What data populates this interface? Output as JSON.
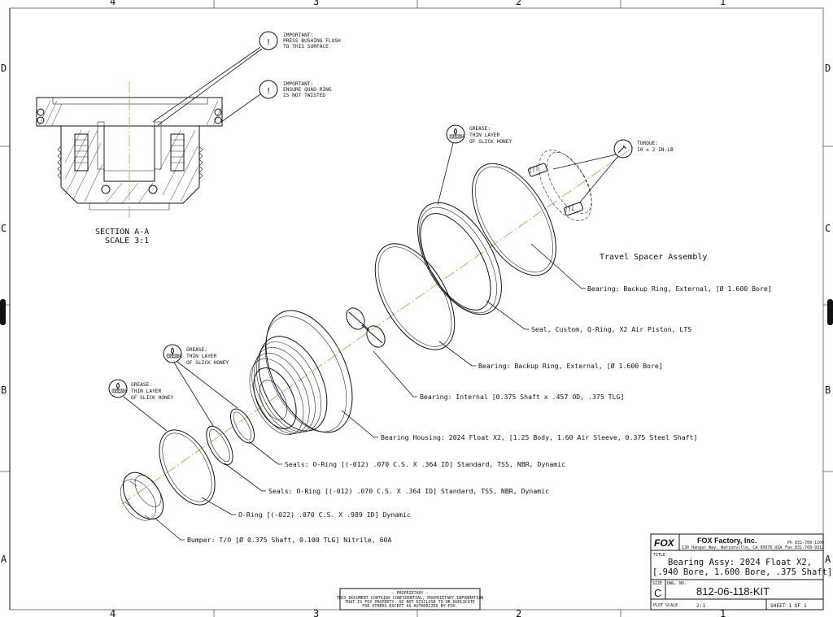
{
  "border": {
    "top_zones": [
      "4",
      "3",
      "2",
      "1"
    ],
    "bottom_zones": [
      "4",
      "3",
      "2",
      "1"
    ],
    "left_zones": [
      "D",
      "C",
      "B",
      "A"
    ],
    "right_zones": [
      "D",
      "C",
      "B",
      "A"
    ]
  },
  "section": {
    "title": "SECTION  A-A",
    "scale": "SCALE  3:1",
    "note1": [
      "IMPORTANT:",
      "PRESS BUSHING FLUSH",
      "TO THIS SURFACE"
    ],
    "note2": [
      "IMPORTANT:",
      "ENSURE QUAD RING",
      "IS NOT TWISTED"
    ]
  },
  "grease_notes": {
    "top": [
      "GREASE:",
      "THIN LAYER",
      "OF SLICK HONEY"
    ],
    "mid": [
      "GREASE:",
      "THIN LAYER",
      "OF SLICK HONEY"
    ],
    "left": [
      "GREASE:",
      "THIN LAYER",
      "OF SLICK HONEY"
    ],
    "icon_label": "GREASE"
  },
  "torque_note": [
    "TORQUE:",
    "10 ± 2 IN-LB"
  ],
  "travel_spacer_label": "Travel Spacer Assembly",
  "callouts": {
    "backup_ring_top": "Bearing: Backup Ring, External, [Ø 1.600 Bore]",
    "seal_custom": "Seal, Custom, Q-Ring, X2 Air Piston, LTS",
    "backup_ring_mid": "Bearing: Backup Ring, External, [Ø 1.600 Bore]",
    "bearing_internal": "Bearing: Internal [0.375 Shaft x .457 OD, .375 TLG]",
    "bearing_housing": "Bearing Housing: 2024 Float X2, [1.25 Body, 1.60 Air Sleeve, 0.375 Steel Shaft]",
    "seal_oring_1": "Seals: O-Ring [(-012) .070 C.S. X .364 ID] Standard, TSS, NBR, Dynamic",
    "seal_oring_2": "Seals: O-Ring [(-012) .070 C.S. X .364 ID] Standard, TSS, NBR, Dynamic",
    "oring_022": "O-Ring [(-022) .070 C.S. X .989 ID] Dynamic",
    "bumper": "Bumper: T/O [Ø 0.375 Shaft, 0.100 TLG] Nitrile, 60A"
  },
  "proprietary": [
    "- PROPRIETARY -",
    "THIS DOCUMENT CONTAINS CONFIDENTIAL, PROPRIETARY INFORMATION",
    "THAT IS FOX PROPERTY.  DO NOT DISCLOSE TO OR DUPLICATE",
    "FOR OTHERS EXCEPT AS AUTHORIZED BY FOX."
  ],
  "title_block": {
    "logo": "FOX",
    "company": "FOX Factory, Inc.",
    "address": "130 Hangar Way, Watsonville, CA 95076 USA",
    "phone": "Ph 831-768-1100",
    "fax": "Fax 831-768-9312",
    "title_label": "TITLE",
    "title_line1": "Bearing Assy: 2024 Float X2,",
    "title_line2": "[.940 Bore, 1.600 Bore, .375 Shaft]",
    "size_label": "SIZE",
    "size": "C",
    "dwg_label": "DWG. NO.",
    "dwg_no": "812-06-118-KIT",
    "plot_scale_label": "PLOT SCALE",
    "plot_scale": "2:1",
    "sheet": "SHEET 1 OF 1"
  },
  "colors": {
    "centerline": "#b8a030",
    "ink": "#111111"
  }
}
